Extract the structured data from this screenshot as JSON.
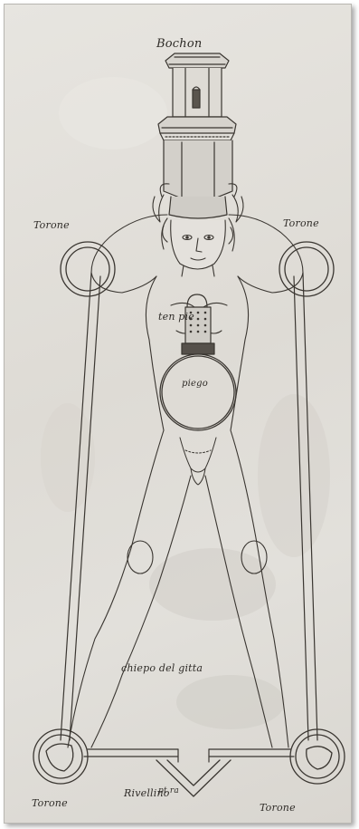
{
  "image": {
    "subject": "Renaissance ink drawing",
    "medium": "pen and ink on paper",
    "colors": {
      "paper": "#e2e0db",
      "ink": "#2e2b27",
      "frame_border": "#b9b7b2"
    }
  },
  "labels": {
    "top": "Bochon",
    "top_left": "Torone",
    "top_right": "Torone",
    "chest": "ten pie",
    "belly": "piego",
    "legs": "chiepo del gitta",
    "pipe_middle": "pt.ra",
    "bottom": "Rivellino",
    "bottom_left": "Torone",
    "bottom_right": "Torone"
  }
}
